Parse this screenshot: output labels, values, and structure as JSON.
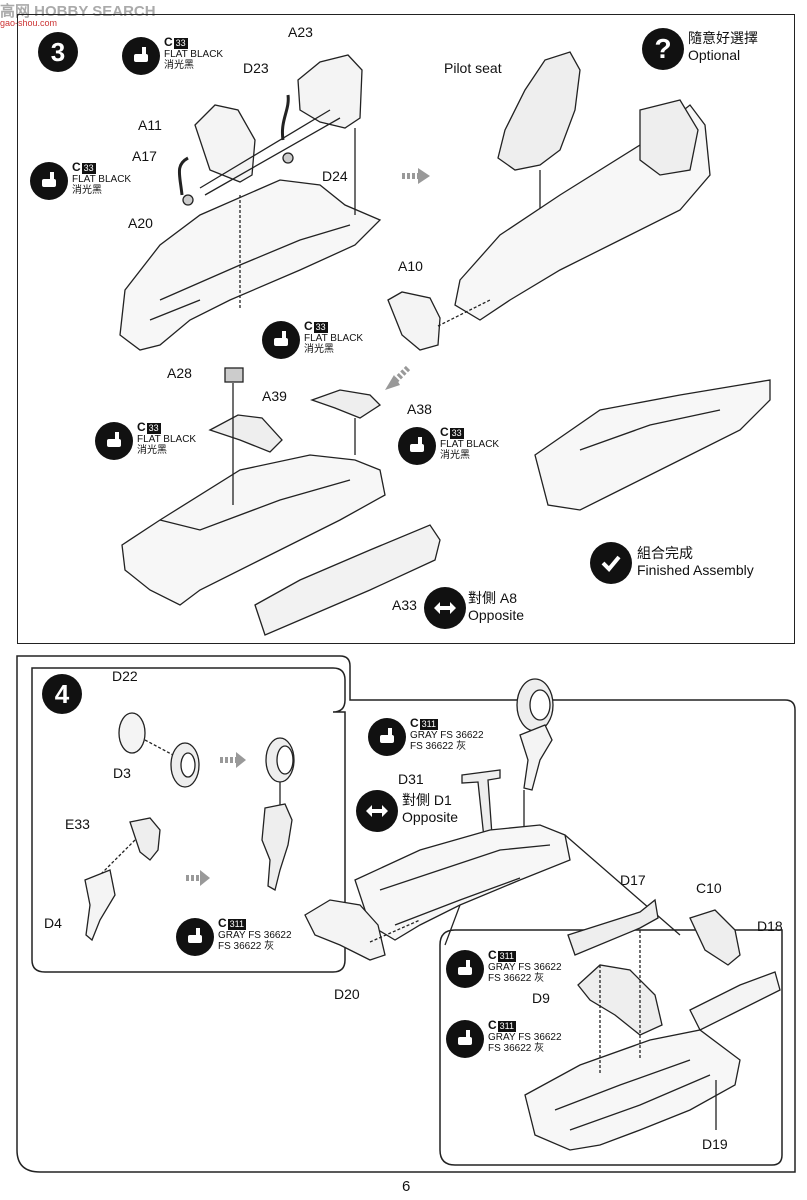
{
  "watermark": {
    "text": "高网 HOBBY SEARCH",
    "sub": "gao-shou.com"
  },
  "step3": {
    "number": "3",
    "optional_cn": "隨意好選擇",
    "optional_en": "Optional",
    "pilot_seat": "Pilot seat",
    "finished_cn": "組合完成",
    "finished_en": "Finished Assembly",
    "opposite_cn": "對側 A8",
    "opposite_en": "Opposite",
    "parts": [
      "A23",
      "D23",
      "A11",
      "A17",
      "D24",
      "A20",
      "A10",
      "A28",
      "A39",
      "A38",
      "A33"
    ],
    "paint": {
      "code": "C",
      "num": "33",
      "name_en": "FLAT BLACK",
      "name_cn": "消光黑"
    }
  },
  "step4": {
    "number": "4",
    "opposite_cn": "對側 D1",
    "opposite_en": "Opposite",
    "parts": [
      "D22",
      "D3",
      "E33",
      "D4",
      "D31",
      "D20",
      "D17",
      "C10",
      "D18",
      "D9",
      "D19"
    ],
    "paint": {
      "code": "C",
      "num": "311",
      "name_en": "GRAY FS 36622",
      "name_cn": "FS 36622 灰"
    }
  },
  "page_number": "6"
}
